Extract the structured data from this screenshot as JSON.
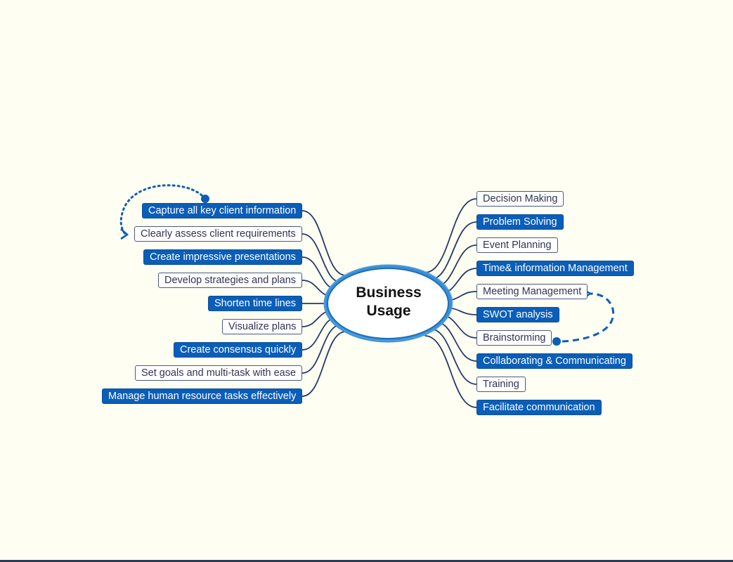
{
  "colors": {
    "accent": "#0b5eb8",
    "line": "#233a66",
    "ring": "#2a86d0",
    "background": "#fefef2"
  },
  "center": {
    "title_line1": "Business",
    "title_line2": "Usage"
  },
  "left_topics": [
    {
      "label": "Capture all key client information",
      "style": "filled"
    },
    {
      "label": "Clearly assess client requirements",
      "style": "outline"
    },
    {
      "label": "Create impressive presentations",
      "style": "filled"
    },
    {
      "label": "Develop strategies and plans",
      "style": "outline"
    },
    {
      "label": "Shorten time lines",
      "style": "filled"
    },
    {
      "label": "Visualize plans",
      "style": "outline"
    },
    {
      "label": "Create consensus quickly",
      "style": "filled"
    },
    {
      "label": "Set goals and multi-task with ease",
      "style": "outline"
    },
    {
      "label": "Manage human resource tasks effectively",
      "style": "filled"
    }
  ],
  "right_topics": [
    {
      "label": "Decision Making",
      "style": "outline"
    },
    {
      "label": "Problem Solving",
      "style": "filled"
    },
    {
      "label": "Event Planning",
      "style": "outline"
    },
    {
      "label": "Time& information Management",
      "style": "filled"
    },
    {
      "label": "Meeting Management",
      "style": "outline"
    },
    {
      "label": "SWOT analysis",
      "style": "filled"
    },
    {
      "label": "Brainstorming",
      "style": "outline"
    },
    {
      "label": "Collaborating & Communicating",
      "style": "filled"
    },
    {
      "label": "Training",
      "style": "outline"
    },
    {
      "label": "Facilitate communication",
      "style": "filled"
    }
  ]
}
